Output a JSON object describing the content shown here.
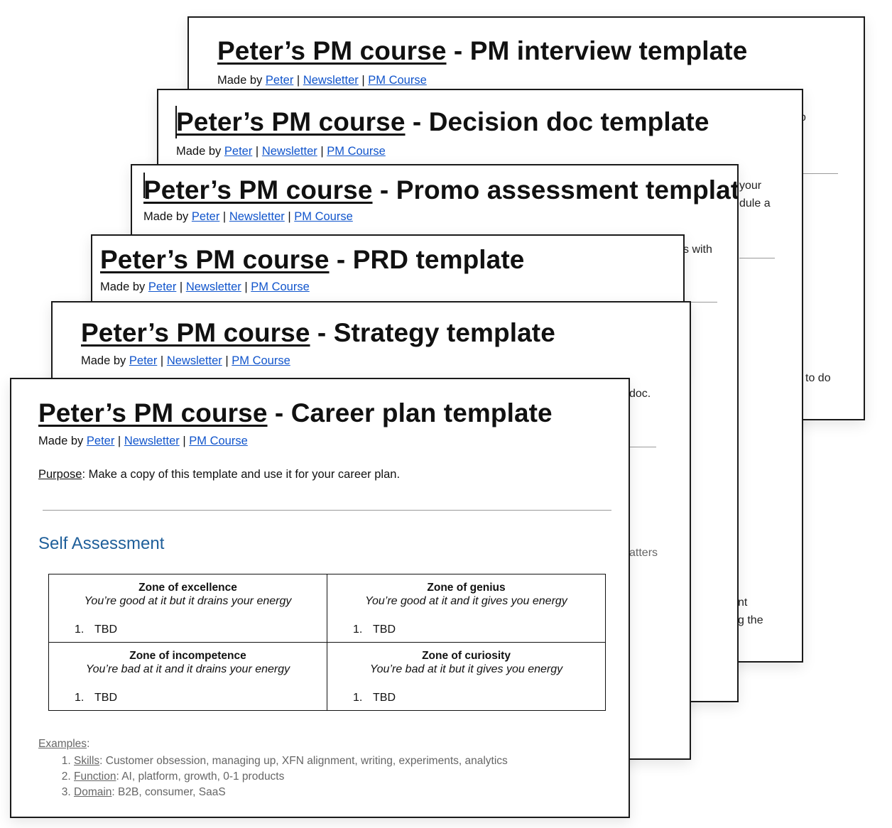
{
  "common": {
    "brand": "Peter’s PM course",
    "made_by_prefix": "Made by",
    "sep": "|",
    "link_peter": "Peter",
    "link_newsletter": "Newsletter",
    "link_course": "PM Course"
  },
  "pages": {
    "interview": {
      "suffix": " - PM interview template",
      "frag1": "o",
      "frag2": "to do"
    },
    "decision": {
      "suffix": " - Decision doc template",
      "frag1": "your",
      "frag2": "dule a",
      "frag3": "nt",
      "frag4": "g the"
    },
    "promo": {
      "suffix": " - Promo assessment template",
      "frag1": "s with"
    },
    "prd": {
      "suffix": " - PRD template"
    },
    "strategy": {
      "suffix": " - Strategy template",
      "frag1": "doc.",
      "frag2": "atters"
    },
    "career": {
      "suffix": " - Career plan template",
      "purpose_label": "Purpose",
      "purpose_text": ": Make a copy of this template and use it for your career plan.",
      "section_title": "Self Assessment",
      "zones": [
        {
          "name": "Zone of excellence",
          "desc": "You’re good at it but it drains your energy",
          "item_num": "1.",
          "item": "TBD"
        },
        {
          "name": "Zone of genius",
          "desc": "You’re good at it and it gives you energy",
          "item_num": "1.",
          "item": "TBD"
        },
        {
          "name": "Zone of incompetence",
          "desc": "You’re bad at it and it drains your energy",
          "item_num": "1.",
          "item": "TBD"
        },
        {
          "name": "Zone of curiosity",
          "desc": "You’re bad at it but it gives you energy",
          "item_num": "1.",
          "item": "TBD"
        }
      ],
      "examples_label": "Examples",
      "examples_colon": ":",
      "examples": [
        {
          "key": "Skills",
          "text": ": Customer obsession, managing up, XFN alignment, writing, experiments, analytics"
        },
        {
          "key": "Function",
          "text": ": AI, platform, growth, 0-1 products"
        },
        {
          "key": "Domain",
          "text": ": B2B, consumer, SaaS"
        }
      ]
    }
  }
}
